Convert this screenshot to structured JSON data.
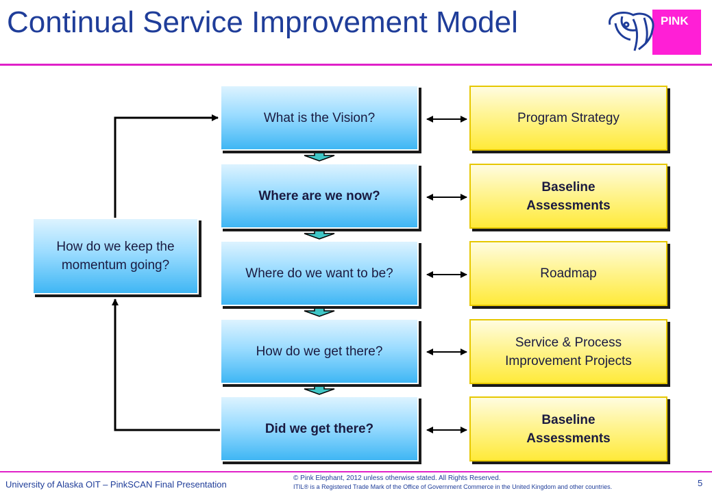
{
  "header": {
    "title": "Continual Service Improvement Model",
    "logo_text": "PINK"
  },
  "diagram": {
    "loop_box": "How do we keep the momentum going?",
    "steps": [
      "What is the Vision?",
      "Where are we now?",
      "Where do we want to be?",
      "How do we get there?",
      "Did we get there?"
    ],
    "outcomes": [
      "Program Strategy",
      "Baseline Assessments",
      "Roadmap",
      "Service & Process Improvement Projects",
      "Baseline Assessments"
    ]
  },
  "footer": {
    "left": "University of Alaska OIT   – PinkSCAN Final Presentation",
    "copyright": "© Pink Elephant, 2012 unless otherwise stated.  All Rights Reserved.",
    "trademark": "ITIL® is a Registered Trade Mark of the Office of Government Commerce in the United Kingdom and other countries.",
    "page_number": "5"
  },
  "colors": {
    "title": "#1f3d99",
    "rule": "#e020c8",
    "step_box": "#3fb6f4",
    "outcome_box": "#ffea3a",
    "logo_pink": "#ff1fd6"
  }
}
